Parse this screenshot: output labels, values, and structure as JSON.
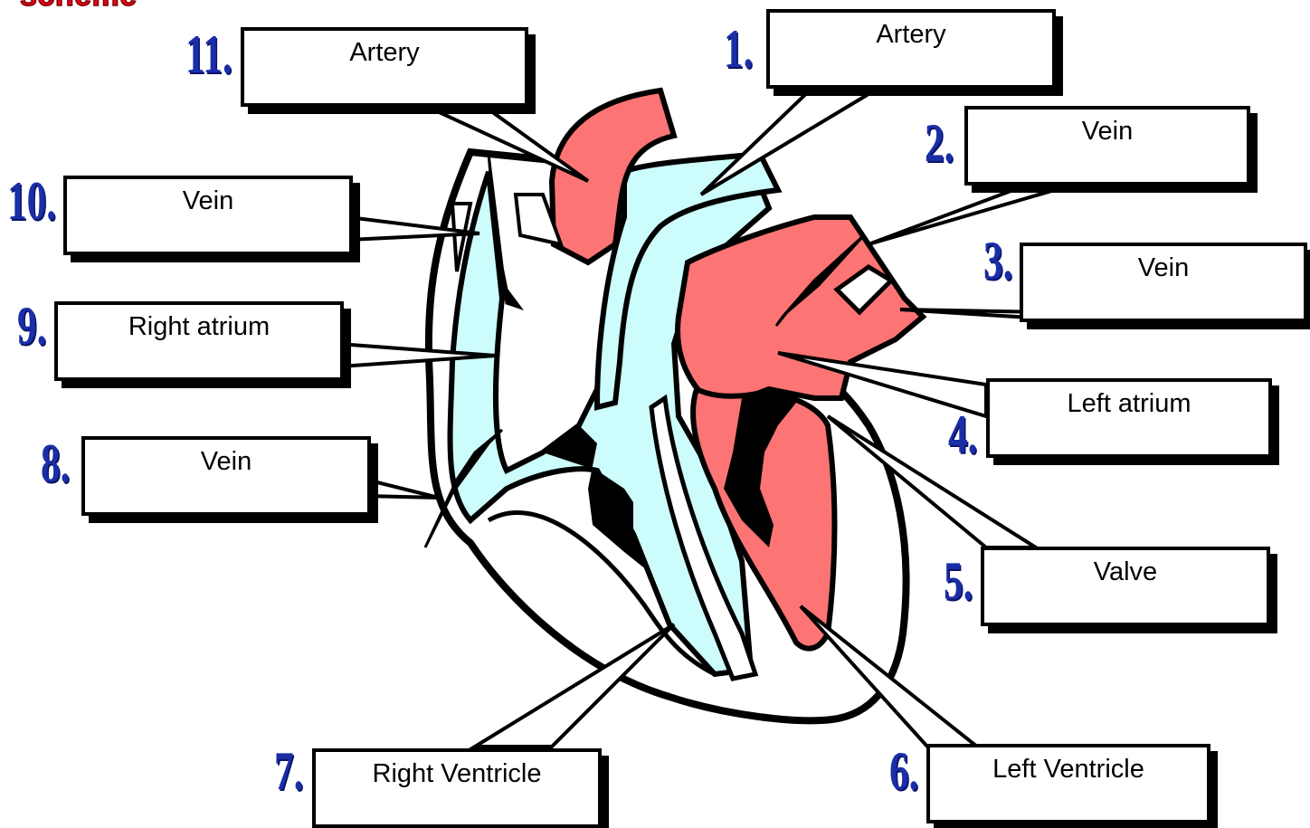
{
  "title": "scheme",
  "labels": [
    {
      "number": "1.",
      "text": "Artery"
    },
    {
      "number": "2.",
      "text": "Vein"
    },
    {
      "number": "3.",
      "text": "Vein"
    },
    {
      "number": "4.",
      "text": "Left atrium"
    },
    {
      "number": "5.",
      "text": "Valve"
    },
    {
      "number": "6.",
      "text": "Left Ventricle"
    },
    {
      "number": "7.",
      "text": "Right Ventricle"
    },
    {
      "number": "8.",
      "text": "Vein"
    },
    {
      "number": "9.",
      "text": "Right atrium"
    },
    {
      "number": "10.",
      "text": "Vein"
    },
    {
      "number": "11.",
      "text": "Artery"
    }
  ],
  "colors": {
    "oxygen_poor": "#ccfcfc",
    "oxygen_rich": "#fc7474",
    "label_number": "#1a2ea8",
    "title": "#e8001a"
  }
}
